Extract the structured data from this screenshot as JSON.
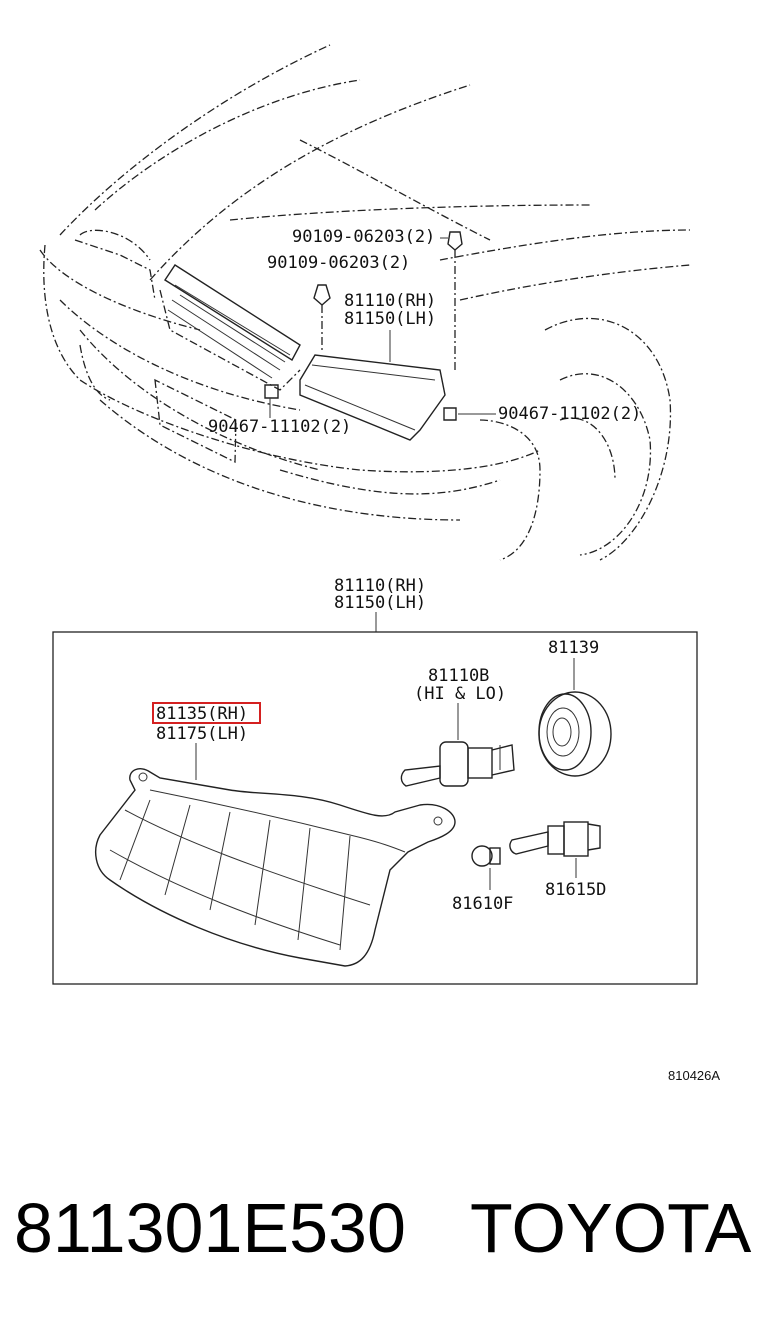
{
  "callouts": {
    "bolt_top_a": "90109-06203(2)",
    "bolt_top_b": "90109-06203(2)",
    "unit_rh_top": "81110(RH)",
    "unit_lh_top": "81150(LH)",
    "nut_right": "90467-11102(2)",
    "nut_left": "90467-11102(2)",
    "box_rh": "81110(RH)",
    "box_lh": "81150(LH)",
    "lens_rh": "81135(RH)",
    "lens_lh": "81175(LH)",
    "bulb_main": "81110B",
    "bulb_main_note": "(HI & LO)",
    "socket_cover": "81139",
    "bulb_small": "81610F",
    "bulb_socket": "81615D"
  },
  "diagram_code": "810426A",
  "footer": {
    "part_number": "811301E530",
    "brand": "TOYOTA"
  },
  "colors": {
    "highlight": "#d42020",
    "ink": "#111111"
  }
}
